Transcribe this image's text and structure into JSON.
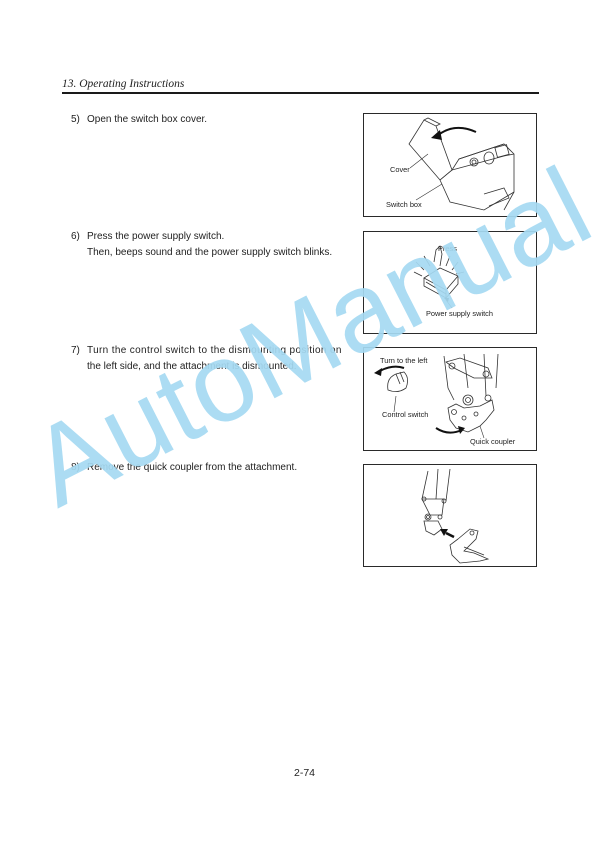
{
  "header": {
    "title": "13. Operating Instructions"
  },
  "steps": [
    {
      "number": "5)",
      "lines": [
        "Open the switch box cover."
      ]
    },
    {
      "number": "6)",
      "lines": [
        "Press the power supply switch.",
        "Then, beeps sound and the power supply switch blinks."
      ]
    },
    {
      "number": "7)",
      "lines": [
        "Turn the control switch to the dismounting position on",
        "the left side, and the attachment is dismounted."
      ]
    },
    {
      "number": "8)",
      "lines": [
        "Remove the quick coupler from the attachment."
      ]
    }
  ],
  "figures": [
    {
      "labels": {
        "cover": "Cover",
        "switch_box": "Switch box"
      }
    },
    {
      "labels": {
        "press": "Press",
        "power_supply_switch": "Power supply switch"
      }
    },
    {
      "labels": {
        "turn_left": "Turn to the left",
        "control_switch": "Control switch",
        "quick_coupler": "Quick coupler"
      }
    },
    {
      "labels": {}
    }
  ],
  "page_number": "2-74",
  "watermark": {
    "text": "AutoManual",
    "color": "#a6daf2"
  }
}
